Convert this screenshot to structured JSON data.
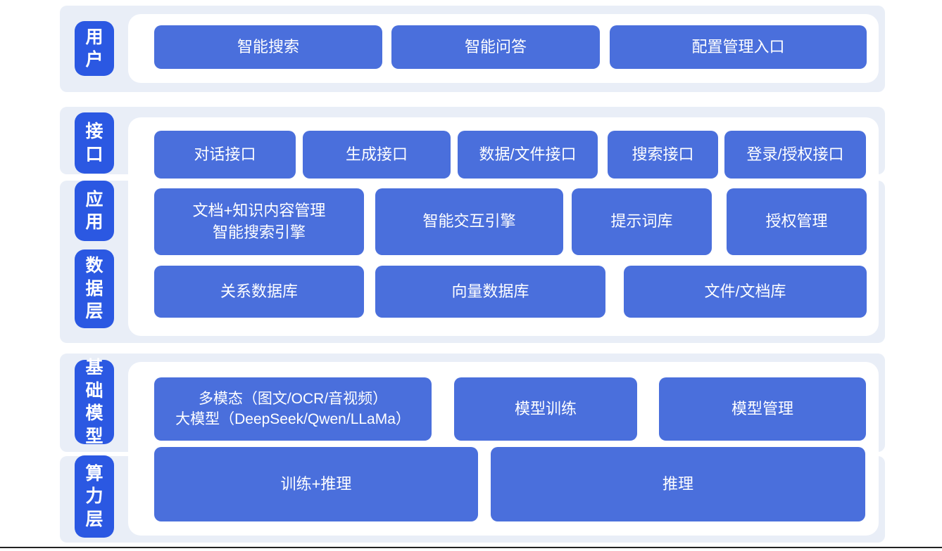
{
  "diagram": {
    "layer_labels": {
      "user": "用户",
      "interface": "接口",
      "application": "应用",
      "data": "数据层",
      "foundation_model": "基础模型",
      "compute": "算力层"
    },
    "user_row": {
      "smart_search": "智能搜索",
      "smart_qa": "智能问答",
      "config_entry": "配置管理入口"
    },
    "interface_row": {
      "dialog_api": "对话接口",
      "generation_api": "生成接口",
      "data_file_api": "数据/文件接口",
      "search_api": "搜索接口",
      "login_auth_api": "登录/授权接口"
    },
    "application_row": {
      "doc_knowledge_search_engine": "文档+知识内容管理\n智能搜索引擎",
      "interaction_engine": "智能交互引擎",
      "prompt_library": "提示词库",
      "auth_management": "授权管理"
    },
    "data_row": {
      "relational_db": "关系数据库",
      "vector_db": "向量数据库",
      "file_doc_store": "文件/文档库"
    },
    "foundation_row": {
      "multimodal_llm": "多模态（图文/OCR/音视频）\n大模型（DeepSeek/Qwen/LLaMa）",
      "model_training": "模型训练",
      "model_management": "模型管理"
    },
    "compute_row": {
      "training_inference": "训练+推理",
      "inference": "推理"
    }
  },
  "colors": {
    "label_blue": "#2b58e2",
    "box_blue": "#4a6fdc",
    "band_background": "#e9eef7",
    "panel_background": "#ffffff",
    "bottom_line": "#222222"
  }
}
